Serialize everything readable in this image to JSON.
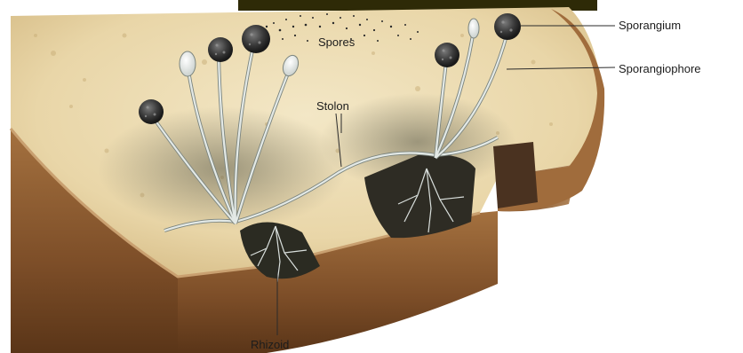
{
  "labels": {
    "spores": "Spores",
    "sporangium": "Sporangium",
    "sporangiophore": "Sporangiophore",
    "stolon": "Stolon",
    "rhizoid": "Rhizoid"
  },
  "colors": {
    "crumb": "#ecdcb4",
    "crumb_shadow": "#d8c393",
    "crust": "#8a5a30",
    "crust_dark": "#5e3a1c",
    "hypha": "#dfe6e3",
    "hypha_stroke": "#7c857f",
    "sporangium": "#3a3a3a",
    "header_bar": "#2e2a07"
  }
}
